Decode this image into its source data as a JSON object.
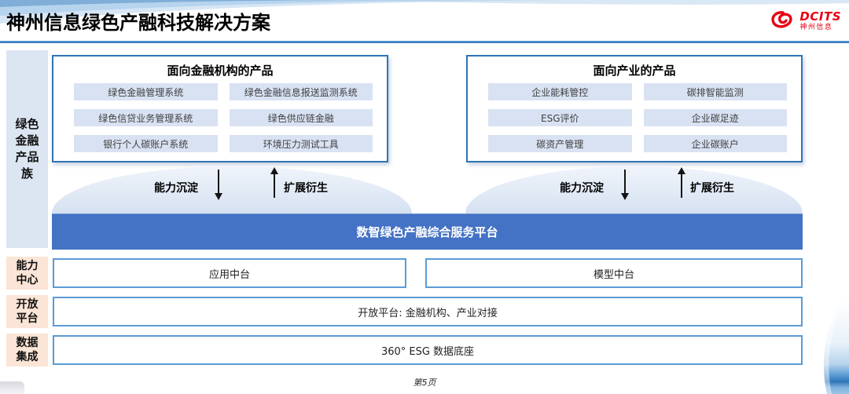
{
  "header": {
    "title": "神州信息绿色产融科技解决方案",
    "logo_brand": "DCITS",
    "logo_sub": "神州信息"
  },
  "sidebar": {
    "family_label": "绿色\n金融\n产品\n族",
    "capability_label": "能力\n中心",
    "open_label": "开放\n平台",
    "data_label": "数据\n集成"
  },
  "finance_box": {
    "title": "面向金融机构的产品",
    "items": [
      "绿色金融管理系统",
      "绿色金融信息报送监测系统",
      "绿色信贷业务管理系统",
      "绿色供应链金融",
      "银行个人碳账户系统",
      "环境压力测试工具"
    ]
  },
  "industry_box": {
    "title": "面向产业的产品",
    "items": [
      "企业能耗管控",
      "碳排智能监测",
      "ESG评价",
      "企业碳足迹",
      "碳资产管理",
      "企业碳账户"
    ]
  },
  "flow": {
    "sink_label": "能力沉淀",
    "derive_label": "扩展衍生"
  },
  "platform": {
    "label": "数智绿色产融综合服务平台"
  },
  "capability_row": {
    "items": [
      "应用中台",
      "模型中台"
    ]
  },
  "open_row": {
    "label": "开放平台: 金融机构、产业对接"
  },
  "data_row": {
    "label": "360° ESG 数据底座"
  },
  "footer": {
    "page": "第5页"
  },
  "colors": {
    "platform_blue": "#4472c4",
    "box_border_blue": "#2e74b5",
    "row_border_blue": "#5b9bd5",
    "item_fill": "#d9e2f3",
    "sidebar_fill": "#dce6f2",
    "label_peach": "#fbe5d6",
    "logo_red": "#e60012",
    "header_line_blue": "#2e75b6"
  }
}
